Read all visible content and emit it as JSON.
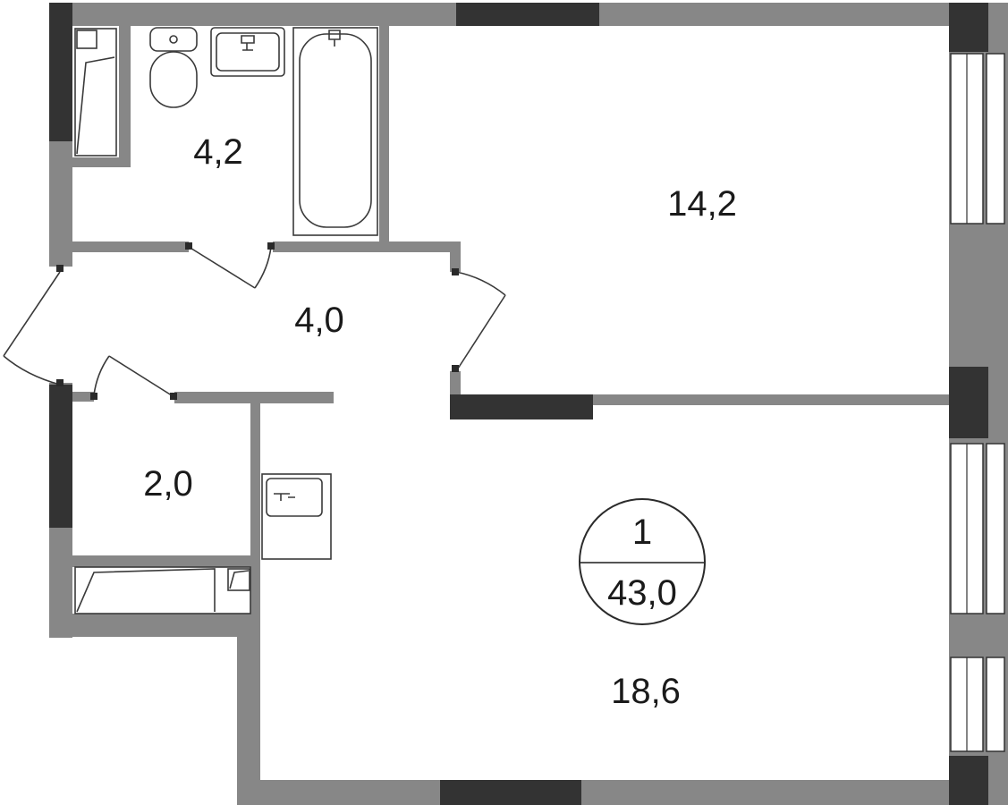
{
  "plan": {
    "colors": {
      "wall": "#878787",
      "window": "#333333",
      "fixture_stroke": "#3a3a3a",
      "background": "#ffffff"
    },
    "rooms": [
      {
        "id": "bathroom",
        "area": "4,2"
      },
      {
        "id": "bedroom",
        "area": "14,2"
      },
      {
        "id": "hallway",
        "area": "4,0"
      },
      {
        "id": "storage",
        "area": "2,0"
      },
      {
        "id": "living-kitchen",
        "area": "18,6"
      }
    ],
    "badge": {
      "rooms_count": "1",
      "total_area": "43,0"
    }
  }
}
